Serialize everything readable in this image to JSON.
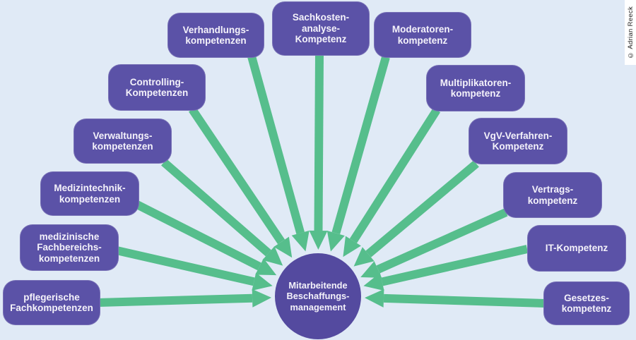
{
  "diagram": {
    "center_label": "Mitarbeitende\nBeschaffungs-\nmanagement",
    "boxes": [
      {
        "id": "verhandlungs",
        "label": "Verhandlungs-\nkompetenzen"
      },
      {
        "id": "sachkosten",
        "label": "Sachkosten-\nanalyse-\nKompetenz"
      },
      {
        "id": "moderatoren",
        "label": "Moderatoren-\nkompetenz"
      },
      {
        "id": "controlling",
        "label": "Controlling-\nKompetenzen"
      },
      {
        "id": "multiplikatoren",
        "label": "Multiplikatoren-\nkompetenz"
      },
      {
        "id": "verwaltungs",
        "label": "Verwaltungs-\nkompetenzen"
      },
      {
        "id": "vgv-verfahren",
        "label": "VgV-Verfahren-\nKompetenz"
      },
      {
        "id": "medizintechnik",
        "label": "Medizintechnik-\nkompetenzen"
      },
      {
        "id": "vertrags",
        "label": "Vertrags-\nkompetenz"
      },
      {
        "id": "fachbereichs",
        "label": "medizinische\nFachbereichs-\nkompetenzen"
      },
      {
        "id": "it",
        "label": "IT-Kompetenz"
      },
      {
        "id": "pflegerische",
        "label": "pflegerische\nFachkompetenzen"
      },
      {
        "id": "gesetzes",
        "label": "Gesetzes-\nkompetenz"
      }
    ],
    "colors": {
      "background": "#e0eaf6",
      "box": "#5b52a7",
      "circle": "#544a9f",
      "arrow": "#56be8c",
      "box_text": "#f4f2fa"
    }
  },
  "credit": "© Adrian Reeck"
}
